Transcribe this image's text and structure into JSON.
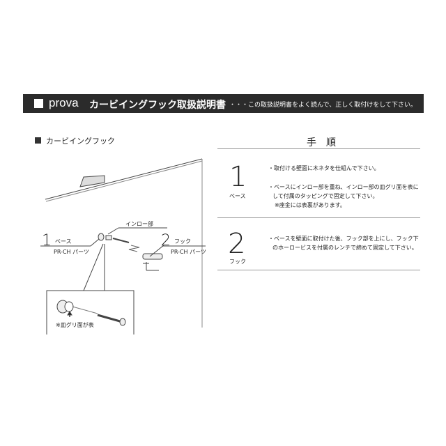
{
  "header": {
    "brand": "prova",
    "title": "カービイングフック取扱説明書",
    "subtitle": "・・・この取扱説明書をよく読んで、正しく取付けをして下さい。"
  },
  "section_label": "カービイングフック",
  "diagram": {
    "part1_number": "1",
    "part1_name": "ベース",
    "part1_code": "PR-CH パーツ",
    "part2_number": "2",
    "part2_name": "フック",
    "part2_code": "PR-CH パーツ",
    "inlo_label": "インロー部",
    "detail_note": "※皿グリ面が表"
  },
  "procedure": {
    "heading": "手　順",
    "steps": [
      {
        "number": "1",
        "name": "ベース",
        "lines": [
          "・取付ける壁面に木ネタを仕組んで下さい。",
          "・ベースにインロー部を重ね、インロー部の皿グリ面を表に",
          "して付属のタッピングで固定して下さい。",
          "※座金には表裏があります。"
        ]
      },
      {
        "number": "2",
        "name": "フック",
        "lines": [
          "・ベースを壁面に取付けた後、フック部を上にし、フック下",
          "のホーロービスを付属のレンチで締めて固定して下さい。"
        ]
      }
    ]
  }
}
